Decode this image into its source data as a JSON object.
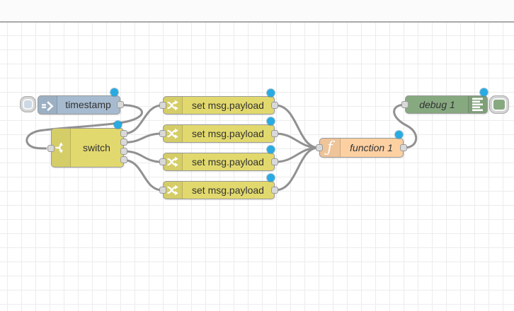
{
  "flow": {
    "nodes": {
      "inject": {
        "label": "timestamp",
        "icon": "inject-arrow-icon"
      },
      "switch": {
        "label": "switch",
        "icon": "branch-icon",
        "outputs": 4
      },
      "changes": [
        {
          "label": "set msg.payload",
          "icon": "shuffle-icon"
        },
        {
          "label": "set msg.payload",
          "icon": "shuffle-icon"
        },
        {
          "label": "set msg.payload",
          "icon": "shuffle-icon"
        },
        {
          "label": "set msg.payload",
          "icon": "shuffle-icon"
        }
      ],
      "function": {
        "label": "function 1",
        "icon": "function-f-icon"
      },
      "debug": {
        "label": "debug 1",
        "icon": "debug-lines-icon"
      }
    },
    "colors": {
      "inject_node": "#a6bbcf",
      "switch_node": "#e2d96e",
      "change_node": "#e2d96e",
      "function_node": "#fdd0a2",
      "debug_node": "#87a980",
      "wire": "#919191",
      "port": "#d9d9d9",
      "changed_indicator": "#29abe2",
      "grid_line": "#ececec"
    },
    "function_icon_glyph": "ƒ"
  }
}
